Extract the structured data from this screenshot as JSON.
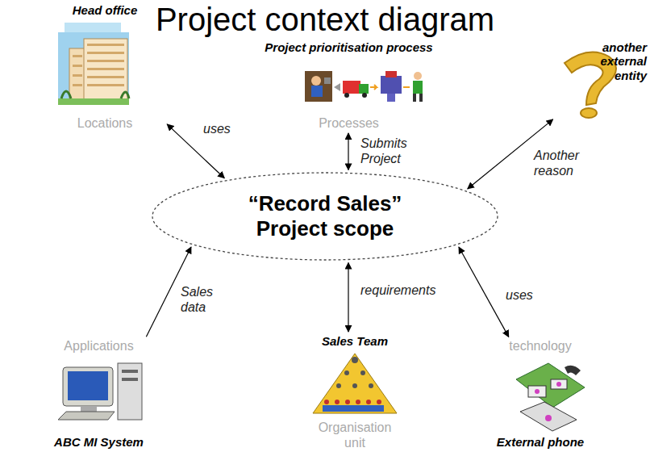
{
  "diagram": {
    "title": "Project context diagram",
    "nodes": [
      {
        "text": [
          "Head office",
          "Locations"
        ]
      },
      {
        "text": [
          "Project prioritisation process",
          "Processes"
        ]
      },
      {
        "text": [
          "another external entity"
        ]
      },
      {
        "text": [
          "“Record Sales” Project scope"
        ]
      },
      {
        "text": [
          "Applications",
          "ABC MI System"
        ]
      },
      {
        "text": [
          "Sales Team",
          "Organisation unit"
        ]
      },
      {
        "text": [
          "technology",
          "External phone"
        ]
      }
    ],
    "edges": [
      {
        "from": 0,
        "to": 3,
        "label": "uses",
        "arrow": "both"
      },
      {
        "from": 1,
        "to": 3,
        "label": "Submits Project",
        "arrow": "both"
      },
      {
        "from": 2,
        "to": 3,
        "label": "Another reason",
        "arrow": "both"
      },
      {
        "from": 4,
        "to": 3,
        "label": "Sales data",
        "arrow": "to"
      },
      {
        "from": 3,
        "to": 5,
        "label": "requirements",
        "arrow": "both"
      },
      {
        "from": 3,
        "to": 6,
        "label": "uses",
        "arrow": "both"
      }
    ]
  }
}
